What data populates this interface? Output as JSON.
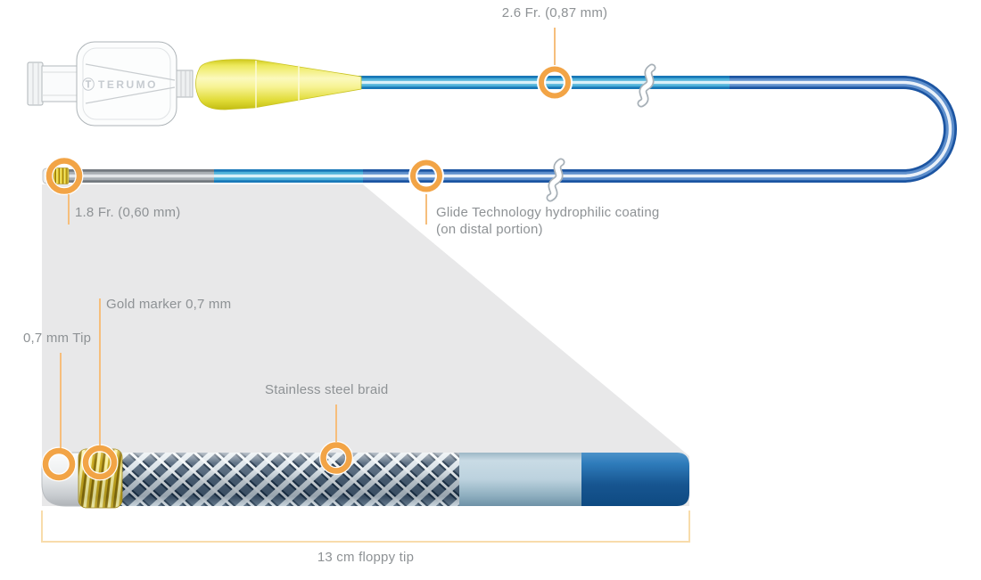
{
  "diagram_title": "Microcatheter labeled diagram",
  "brand": {
    "logo": "Ⓣ",
    "name": "TERUMO"
  },
  "annotations": {
    "proximal_od": "2.6 Fr. (0,87 mm)",
    "distal_od": "1.8 Fr. (0,60 mm)",
    "coating_line1": "Glide Technology hydrophilic coating",
    "coating_line2": "(on distal portion)",
    "gold_marker": "Gold marker 0,7 mm",
    "tip": "0,7 mm Tip",
    "braid": "Stainless steel braid",
    "floppy_tip": "13 cm floppy tip"
  },
  "colors": {
    "accent_orange_ring": "#F2A446",
    "leader_line": "#F6BE7C",
    "bracket": "#F8DCAB",
    "label_text": "#8E9295",
    "shaft_blue_dark": "#1C55A2",
    "shaft_blue_light": "#1878B8",
    "coating_cyan": "#4FB2DA",
    "braid_gray_segment": "#73797F",
    "gold_marker": "#D9B91F",
    "steel_braid": "#53677C",
    "strain_relief_yellow": "#EFEB60",
    "magnifier_cone_gray": "#E8E8E9",
    "brand_text_gray": "#C6CBD0"
  }
}
